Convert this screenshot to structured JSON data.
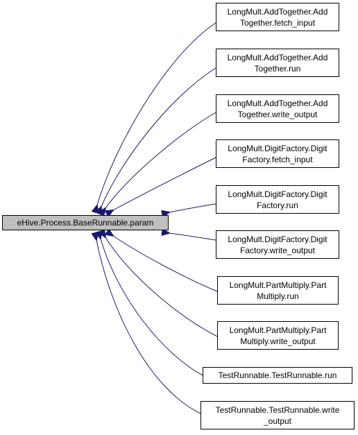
{
  "root": {
    "label": "eHive.Process.BaseRunnable.param"
  },
  "callers": [
    {
      "line1": "LongMult.AddTogether.Add",
      "line2": "Together.fetch_input"
    },
    {
      "line1": "LongMult.AddTogether.Add",
      "line2": "Together.run"
    },
    {
      "line1": "LongMult.AddTogether.Add",
      "line2": "Together.write_output"
    },
    {
      "line1": "LongMult.DigitFactory.Digit",
      "line2": "Factory.fetch_input"
    },
    {
      "line1": "LongMult.DigitFactory.Digit",
      "line2": "Factory.run"
    },
    {
      "line1": "LongMult.DigitFactory.Digit",
      "line2": "Factory.write_output"
    },
    {
      "line1": "LongMult.PartMultiply.Part",
      "line2": "Multiply.run"
    },
    {
      "line1": "LongMult.PartMultiply.Part",
      "line2": "Multiply.write_output"
    },
    {
      "line1": "TestRunnable.TestRunnable.run",
      "line2": ""
    },
    {
      "line1": "TestRunnable.TestRunnable.write",
      "line2": "_output"
    }
  ],
  "edge_color": "#191970"
}
